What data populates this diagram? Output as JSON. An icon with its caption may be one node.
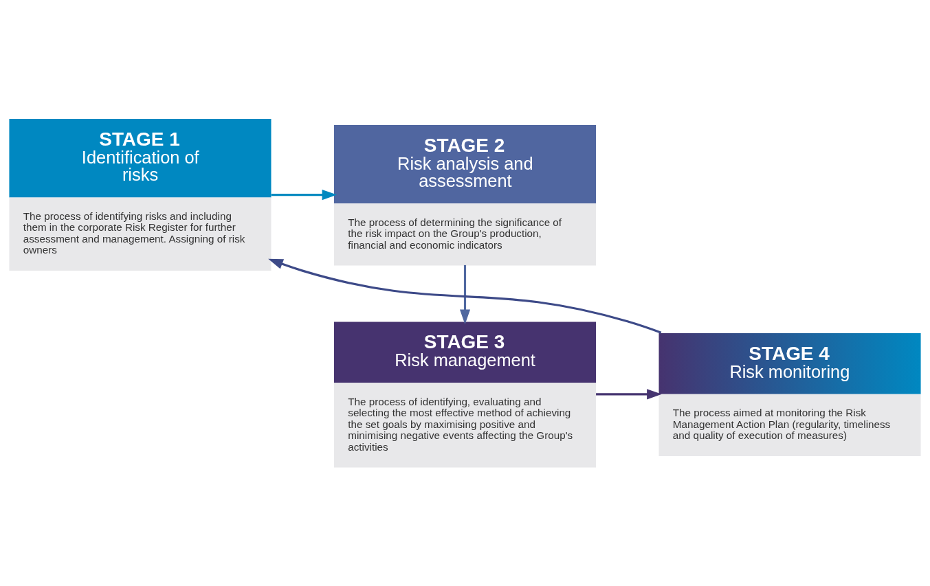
{
  "diagram": {
    "nodes": [
      {
        "text": [
          "STAGE 1",
          "Identification of risks",
          "The process of identifying risks and including them in the corporate Risk Register for further assessment and management. Assigning of risk owners"
        ]
      },
      {
        "text": [
          "STAGE 2",
          "Risk analysis and assessment",
          "The process of determining the significance of the risk impact on the Group's production, financial and economic indicators"
        ]
      },
      {
        "text": [
          "STAGE 3",
          "Risk management",
          "The process of identifying, evaluating and selecting the most effective method of achieving the set goals by maximising positive and minimising negative events affecting the Group's activities"
        ]
      },
      {
        "text": [
          "STAGE 4",
          "Risk monitoring",
          "The process aimed at monitoring the Risk Management Action Plan (regularity, timeliness and quality of execution of measures)"
        ]
      }
    ],
    "edges": [
      {
        "from": 0,
        "to": 1,
        "arrow": "to",
        "color": "#0089c0"
      },
      {
        "from": 1,
        "to": 2,
        "arrow": "to",
        "color": "#5068a0"
      },
      {
        "from": 2,
        "to": 3,
        "arrow": "to",
        "color": "#463470"
      },
      {
        "from": 3,
        "to": 0,
        "arrow": "to",
        "color": "#3d4a88"
      }
    ]
  }
}
